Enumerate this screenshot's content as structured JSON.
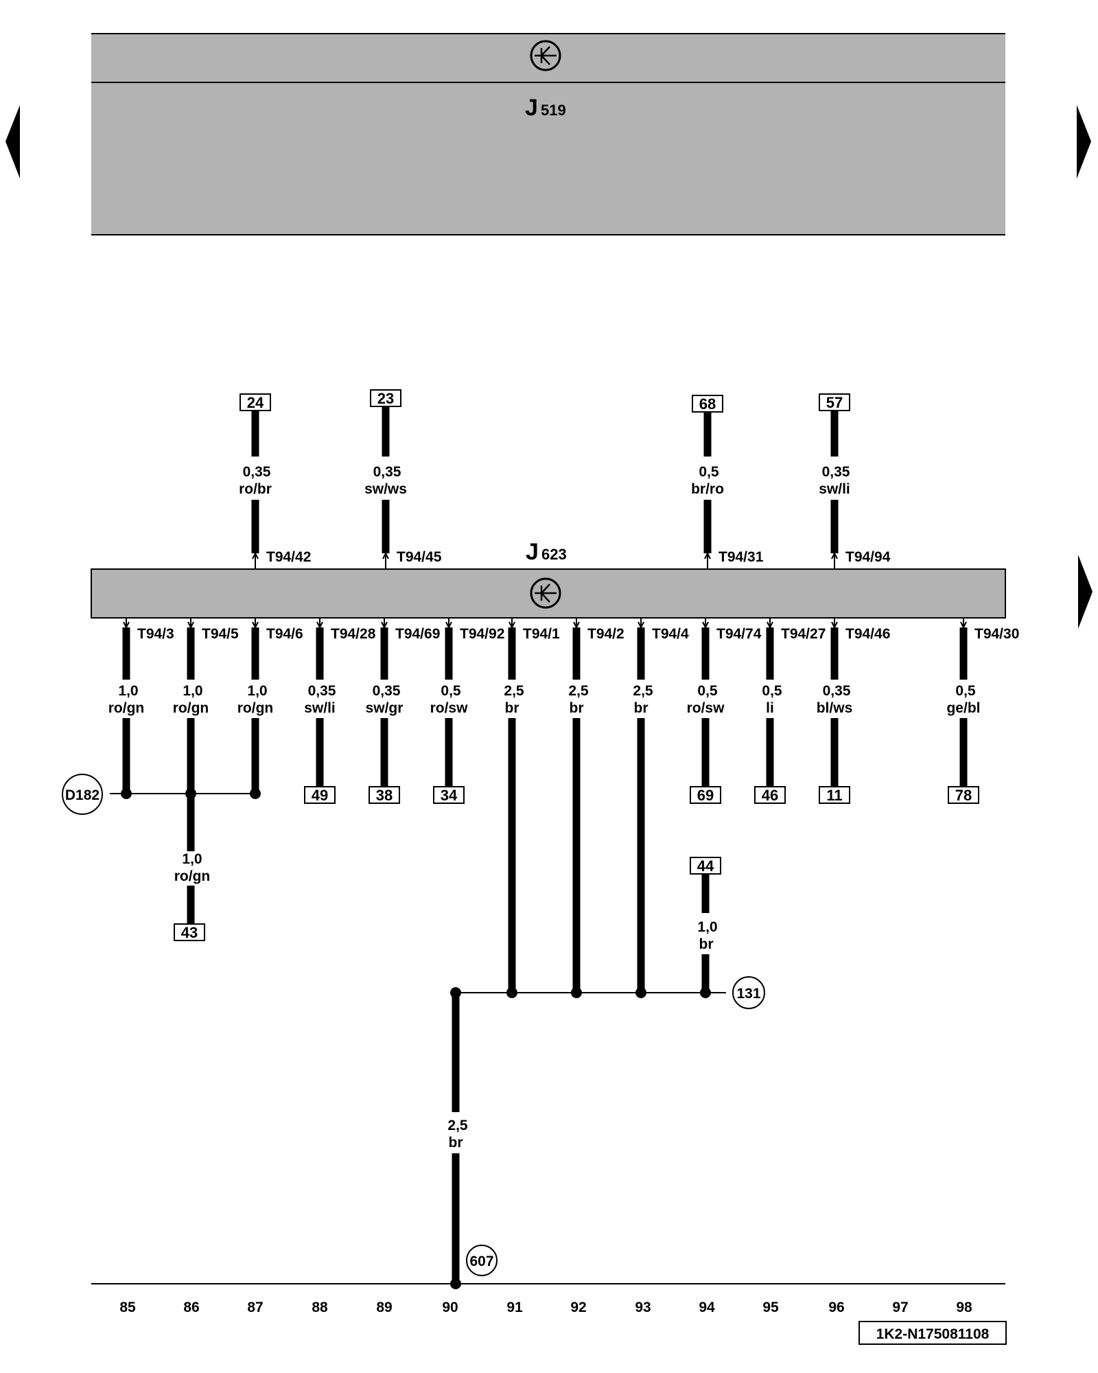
{
  "top_unit": {
    "letter": "J",
    "number": "519"
  },
  "main_unit": {
    "letter": "J",
    "number": "623"
  },
  "top_pins": [
    {
      "ref": "24",
      "pin": "T94/42",
      "size": "0,35",
      "color": "ro/br"
    },
    {
      "ref": "23",
      "pin": "T94/45",
      "size": "0,35",
      "color": "sw/ws"
    },
    {
      "ref": "68",
      "pin": "T94/31",
      "size": "0,5",
      "color": "br/ro"
    },
    {
      "ref": "57",
      "pin": "T94/94",
      "size": "0,35",
      "color": "sw/li"
    }
  ],
  "bottom_pins": [
    {
      "pin": "T94/3",
      "size": "1,0",
      "color": "ro/gn",
      "ref": ""
    },
    {
      "pin": "T94/5",
      "size": "1,0",
      "color": "ro/gn",
      "ref": ""
    },
    {
      "pin": "T94/6",
      "size": "1,0",
      "color": "ro/gn",
      "ref": ""
    },
    {
      "pin": "T94/28",
      "size": "0,35",
      "color": "sw/li",
      "ref": "49"
    },
    {
      "pin": "T94/69",
      "size": "0,35",
      "color": "sw/gr",
      "ref": "38"
    },
    {
      "pin": "T94/92",
      "size": "0,5",
      "color": "ro/sw",
      "ref": "34"
    },
    {
      "pin": "T94/1",
      "size": "2,5",
      "color": "br",
      "ref": ""
    },
    {
      "pin": "T94/2",
      "size": "2,5",
      "color": "br",
      "ref": ""
    },
    {
      "pin": "T94/4",
      "size": "2,5",
      "color": "br",
      "ref": ""
    },
    {
      "pin": "T94/74",
      "size": "0,5",
      "color": "ro/sw",
      "ref": "69"
    },
    {
      "pin": "T94/27",
      "size": "0,5",
      "color": "li",
      "ref": "46"
    },
    {
      "pin": "T94/46",
      "size": "0,35",
      "color": "bl/ws",
      "ref": "11"
    },
    {
      "pin": "T94/30",
      "size": "0,5",
      "color": "ge/bl",
      "ref": "78"
    }
  ],
  "branch_86": {
    "size": "1,0",
    "color": "ro/gn",
    "ref": "43"
  },
  "wire_44": {
    "ref": "44",
    "size": "1,0",
    "color": "br"
  },
  "ground_wire": {
    "size": "2,5",
    "color": "br"
  },
  "circles": {
    "d182": "D182",
    "c131": "131",
    "c607": "607"
  },
  "columns": [
    "85",
    "86",
    "87",
    "88",
    "89",
    "90",
    "91",
    "92",
    "93",
    "94",
    "95",
    "96",
    "97",
    "98"
  ],
  "footer_code": "1K2-N175081108"
}
